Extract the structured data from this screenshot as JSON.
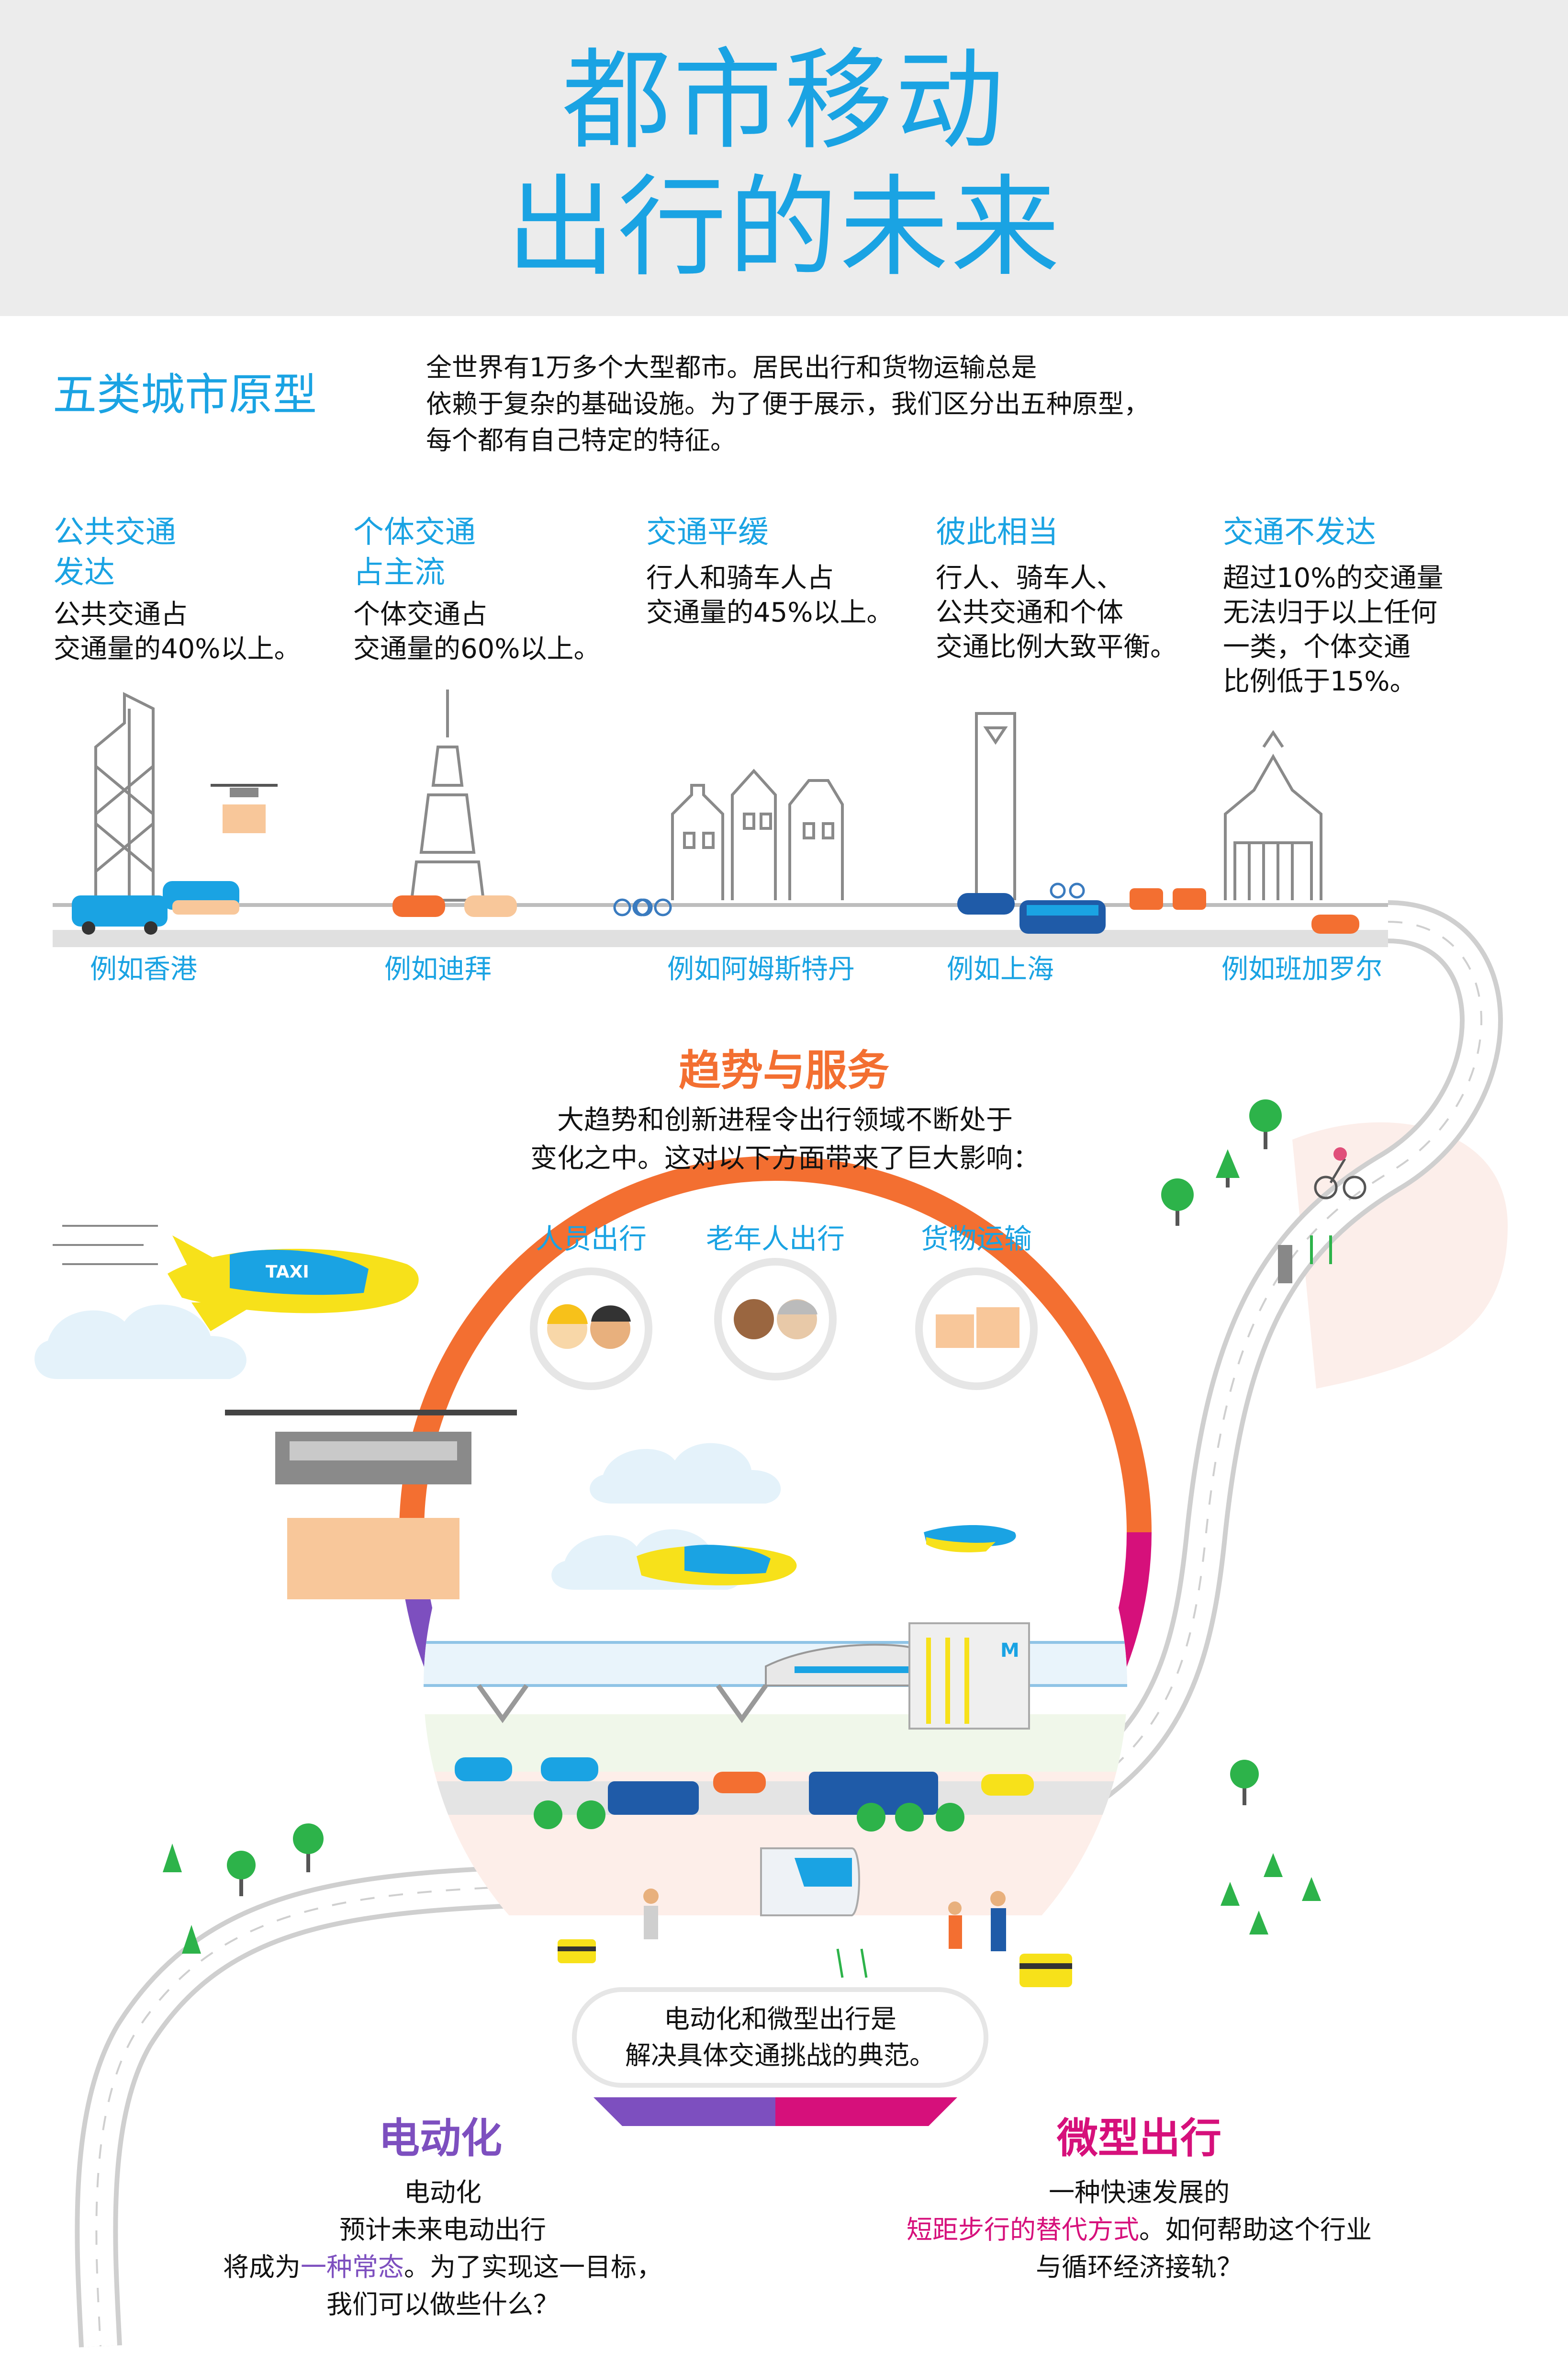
{
  "title": {
    "line1": "都市移动",
    "line2": "出行的未来"
  },
  "archetypes_section": {
    "heading": "五类城市原型",
    "intro_lines": [
      "全世界有1万多个大型都市。居民出行和货物运输总是",
      "依赖于复杂的基础设施。为了便于展示，我们区分出五种原型，",
      "每个都有自己特定的特征。"
    ]
  },
  "archetypes": [
    {
      "title_lines": [
        "公共交通",
        "发达"
      ],
      "desc_lines": [
        "公共交通占",
        "交通量的40%以上。"
      ],
      "example": "例如香港"
    },
    {
      "title_lines": [
        "个体交通",
        "占主流"
      ],
      "desc_lines": [
        "个体交通占",
        "交通量的60%以上。"
      ],
      "example": "例如迪拜"
    },
    {
      "title_lines": [
        "交通平缓"
      ],
      "desc_lines": [
        "行人和骑车人占",
        "交通量的45%以上。"
      ],
      "example": "例如阿姆斯特丹"
    },
    {
      "title_lines": [
        "彼此相当"
      ],
      "desc_lines": [
        "行人、骑车人、",
        "公共交通和个体",
        "交通比例大致平衡。"
      ],
      "example": "例如上海"
    },
    {
      "title_lines": [
        "交通不发达"
      ],
      "desc_lines": [
        "超过10%的交通量",
        "无法归于以上任何",
        "一类，个体交通",
        "比例低于15%。"
      ],
      "example": "例如班加罗尔"
    }
  ],
  "trends": {
    "heading": "趋势与服务",
    "intro_lines": [
      "大趋势和创新进程令出行领域不断处于",
      "变化之中。这对以下方面带来了巨大影响："
    ],
    "categories": [
      "人员出行",
      "老年人出行",
      "货物运输"
    ]
  },
  "illustration_text": {
    "taxi": "TAXI",
    "metro": "M"
  },
  "bubble_lines": [
    "电动化和微型出行是",
    "解决具体交通挑战的典范。"
  ],
  "electrification": {
    "heading": "电动化",
    "line1": "电动化",
    "line2": "预计未来电动出行",
    "line3_pre": "将成为",
    "line3_hl": "一种常态",
    "line3_post": "。为了实现这一目标，",
    "line4": "我们可以做些什么？"
  },
  "micromobility": {
    "heading": "微型出行",
    "line1": "一种快速发展的",
    "line2_hl": "短距步行的替代方式",
    "line2_post": "。如何帮助这个行业",
    "line3": "与循环经济接轨？"
  },
  "colors": {
    "blue": "#1aa3e3",
    "orange": "#f36f31",
    "purple": "#7d4fbf",
    "magenta": "#d6107b",
    "yellow": "#f7e11a"
  }
}
